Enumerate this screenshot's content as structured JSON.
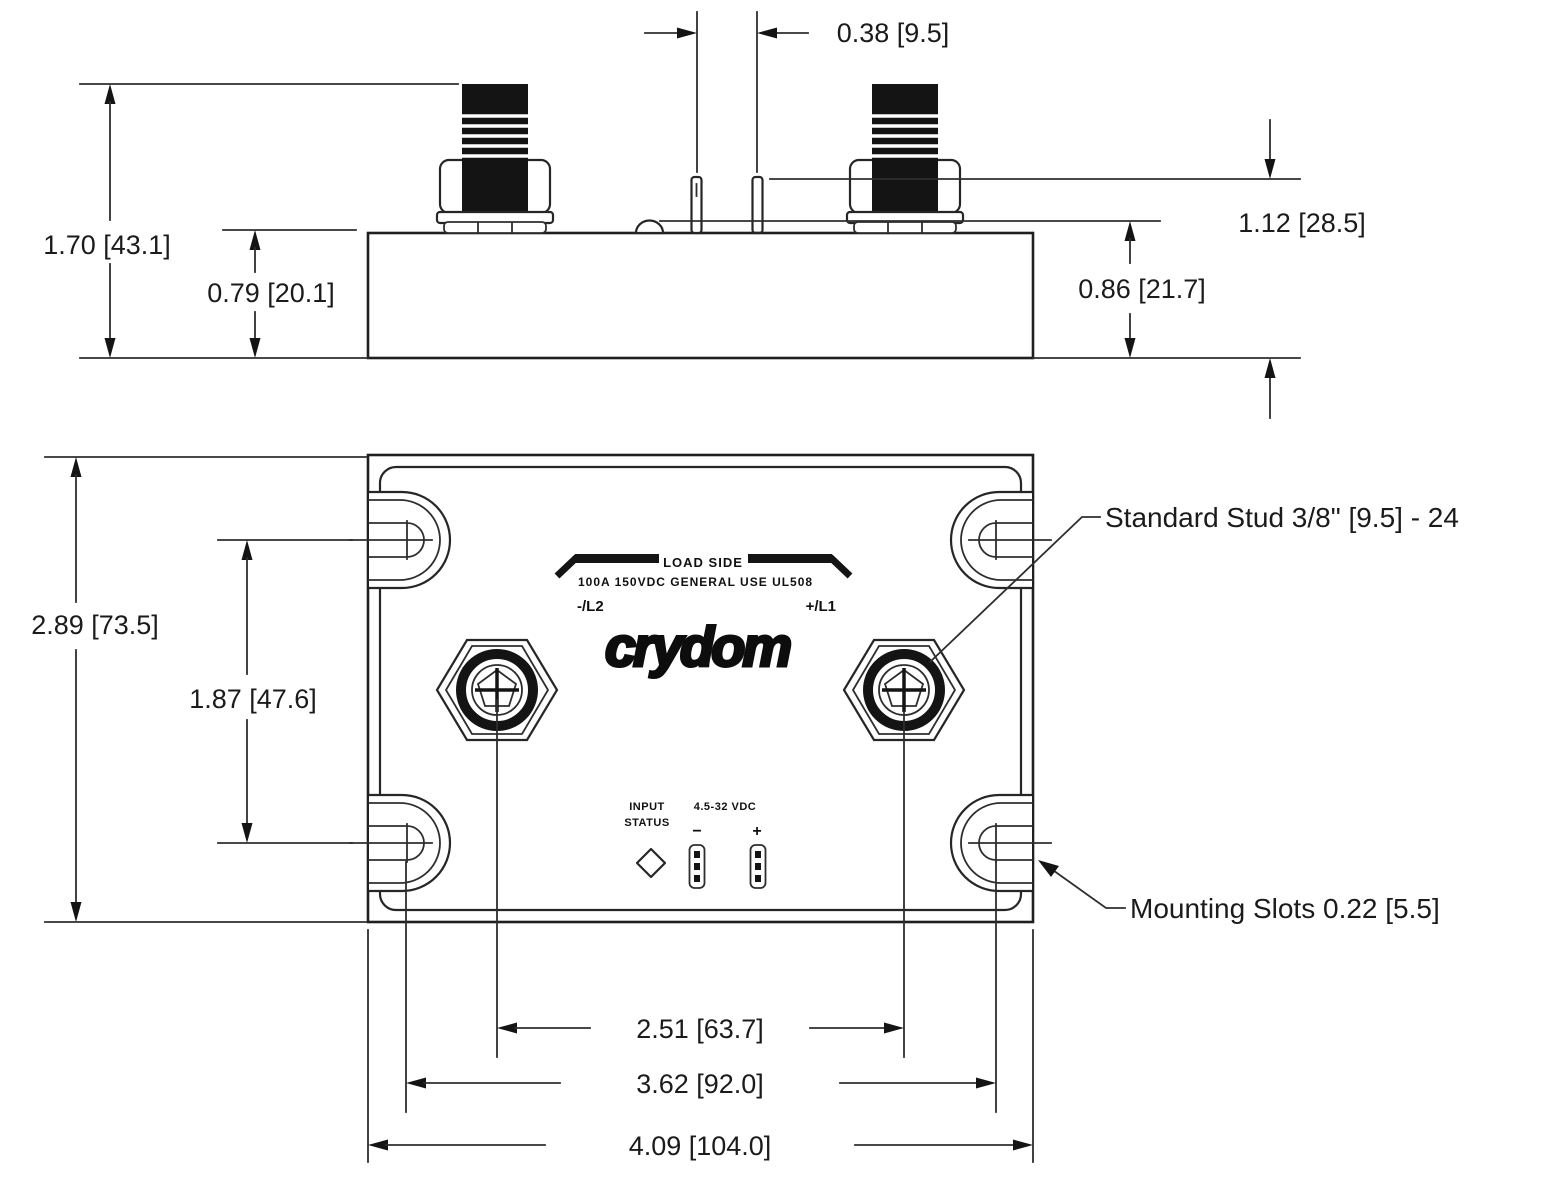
{
  "side": {
    "pin_spacing": "0.38 [9.5]",
    "overall_height": "1.70 [43.1]",
    "base_height": "0.79 [20.1]",
    "stud_height": "1.12 [28.5]",
    "terminal_height": "0.86 [21.7]"
  },
  "bottom": {
    "overall_depth": "2.89 [73.5]",
    "slot_vertical_spacing": "1.87 [47.6]",
    "stud_spacing": "2.51 [63.7]",
    "slot_horizontal_spacing": "3.62 [92.0]",
    "overall_width": "4.09 [104.0]"
  },
  "device": {
    "load_side": "LOAD SIDE",
    "rating": "100A 150VDC GENERAL USE UL508",
    "neg_terminal": "-/L2",
    "pos_terminal": "+/L1",
    "brand": "crydom",
    "input_label": "INPUT",
    "status_label": "STATUS",
    "control_voltage": "4.5-32 VDC",
    "minus": "−",
    "plus": "+"
  },
  "callouts": {
    "stud": "Standard Stud 3/8\" [9.5] - 24",
    "slots": "Mounting Slots  0.22 [5.5]"
  }
}
